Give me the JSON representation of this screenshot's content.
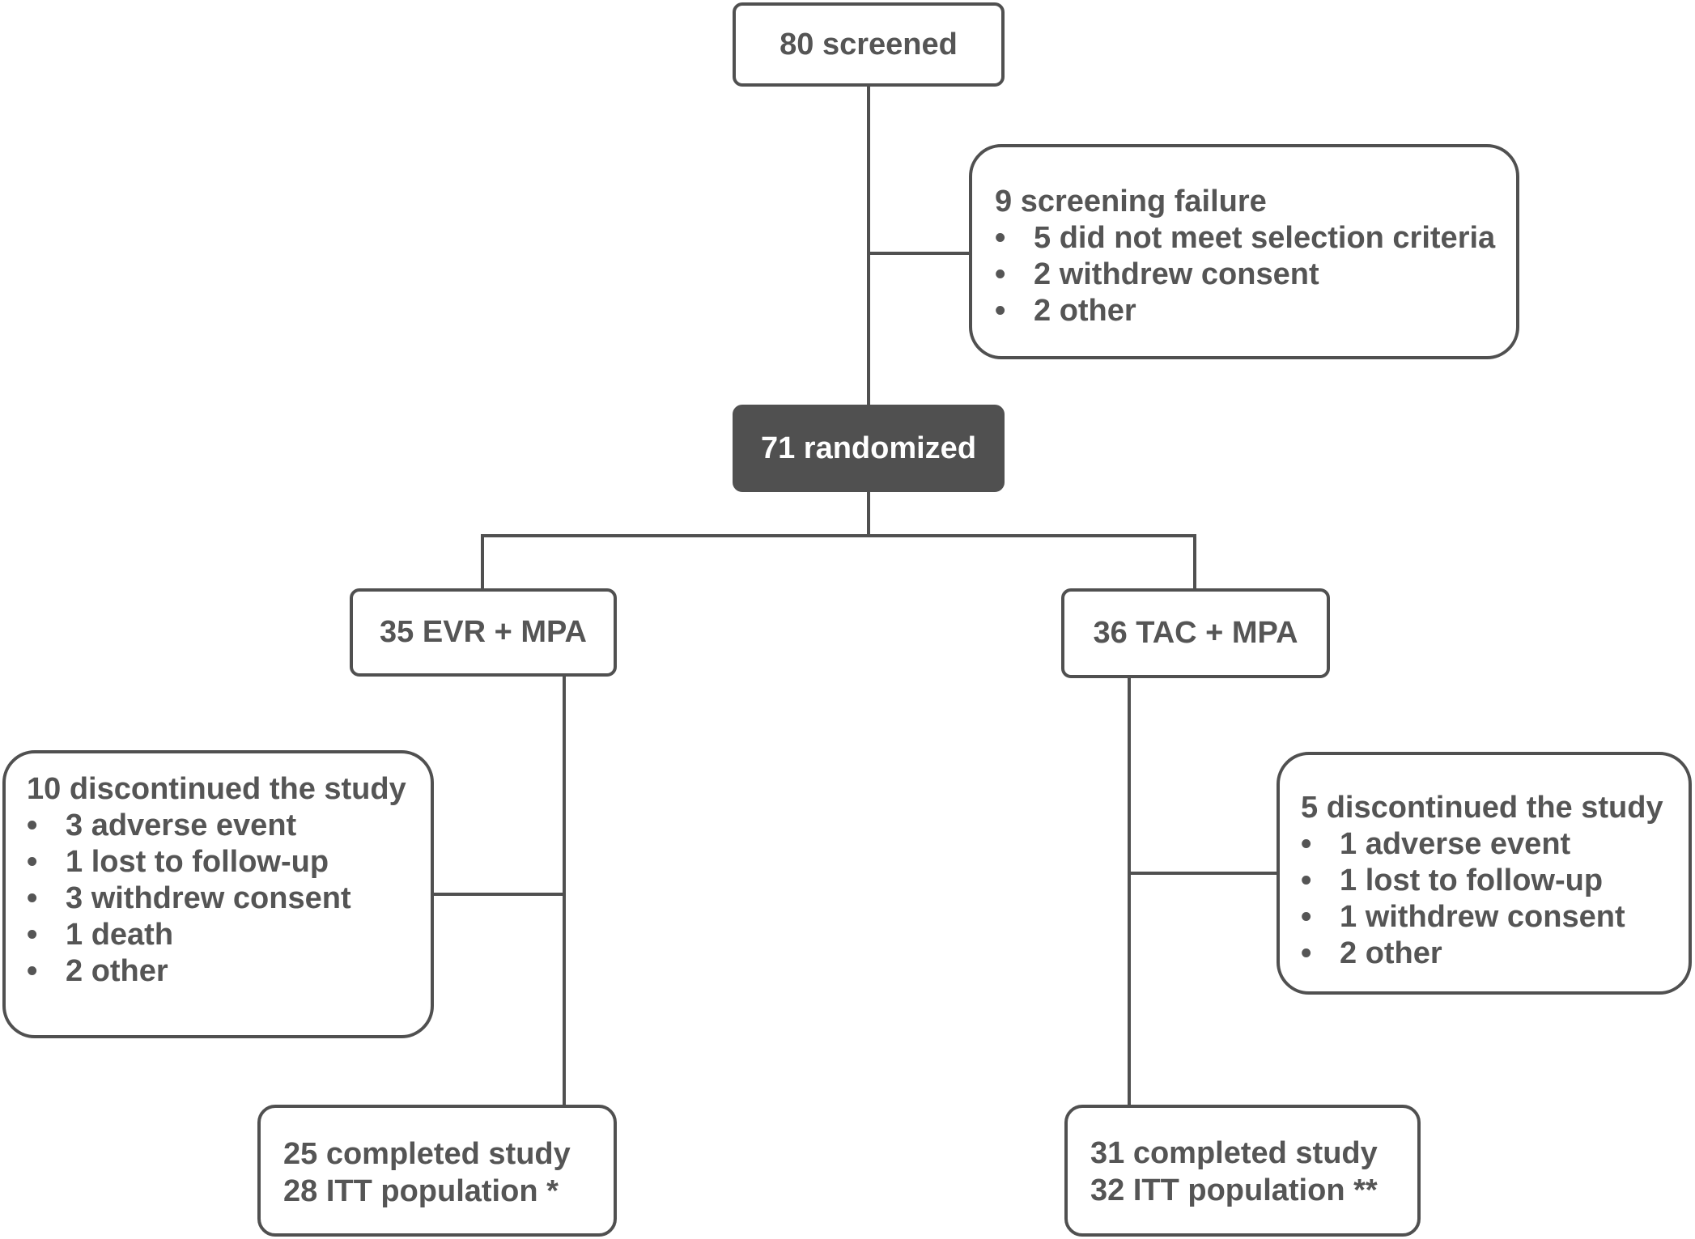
{
  "screened": {
    "label": "80 screened"
  },
  "screening_failure": {
    "title": "9 screening failure",
    "items": [
      "5 did not meet selection criteria",
      "2 withdrew consent",
      "2 other"
    ]
  },
  "randomized": {
    "label": "71 randomized"
  },
  "arm_evr": {
    "label": "35 EVR + MPA",
    "discontinued": {
      "title": "10 discontinued the study",
      "items": [
        "3 adverse event",
        "1 lost to follow-up",
        "3 withdrew consent",
        "1 death",
        "2 other"
      ]
    },
    "completed": {
      "line1": "25 completed study",
      "line2": "28 ITT population *"
    }
  },
  "arm_tac": {
    "label": "36 TAC + MPA",
    "discontinued": {
      "title": "5 discontinued the study",
      "items": [
        "1 adverse event",
        "1 lost to follow-up",
        "1 withdrew consent",
        "2 other"
      ]
    },
    "completed": {
      "line1": "31 completed study",
      "line2": "32 ITT population **"
    }
  },
  "bullet_glyph": "•",
  "colors": {
    "line": "#505050",
    "text": "#555555",
    "dark_fill": "#505050"
  }
}
